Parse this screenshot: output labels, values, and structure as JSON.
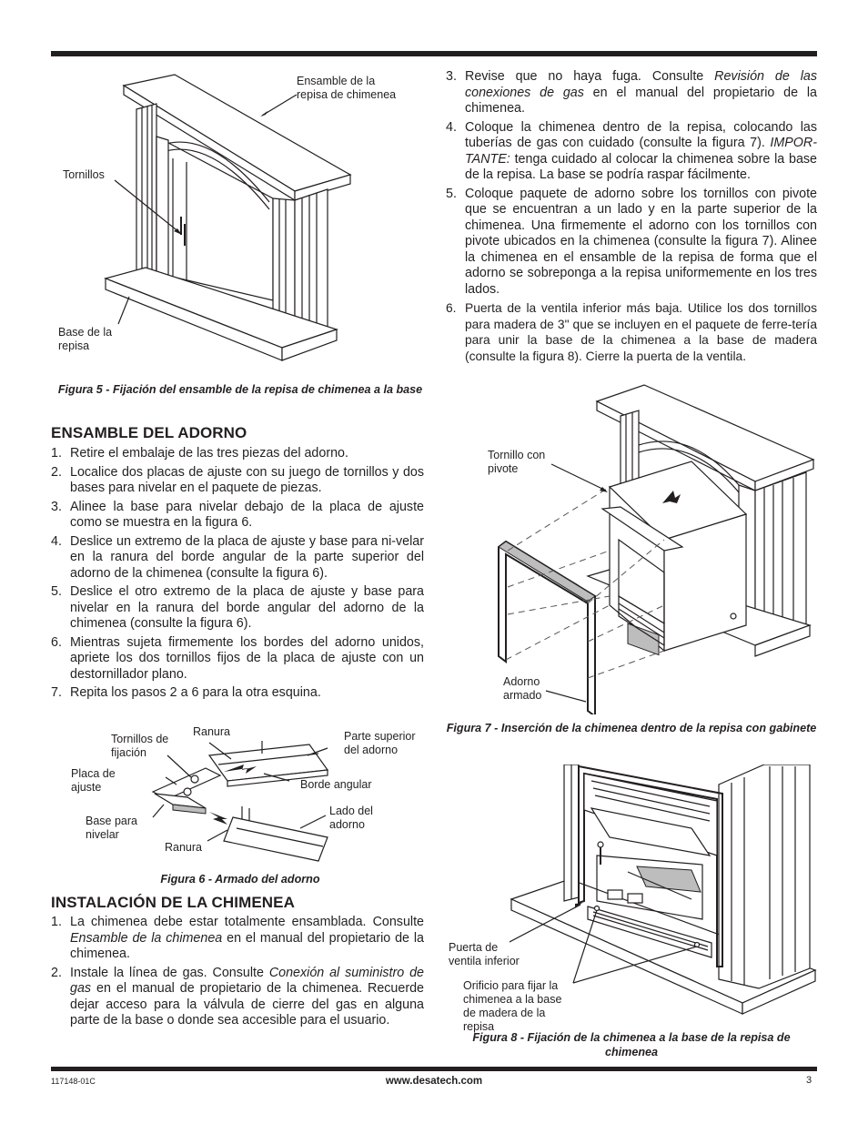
{
  "figure5": {
    "labels": {
      "mantel_assembly": "Ensamble de la repisa de chimenea",
      "screws": "Tornillos",
      "base": "Base de la repisa"
    },
    "caption": "Figura 5 - Fijación del ensamble de la repisa de chimenea a la base"
  },
  "trim_assembly": {
    "heading": "ENSAMBLE DEL ADORNO",
    "steps": [
      {
        "n": "1.",
        "text": "Retire el embalaje de las tres piezas del adorno."
      },
      {
        "n": "2.",
        "text": "Localice dos placas de ajuste con su juego de tornillos y dos bases para nivelar en el paquete de piezas."
      },
      {
        "n": "3.",
        "text": "Alinee la base para nivelar debajo de la placa de ajuste como se muestra en la figura 6."
      },
      {
        "n": "4.",
        "text": "Deslice un extremo de la placa de ajuste y base para ni-velar en la ranura del borde angular de la parte superior del adorno de la chimenea (consulte la figura 6)."
      },
      {
        "n": "5.",
        "text": "Deslice el otro extremo de la placa de ajuste y base para nivelar en la ranura del borde angular del adorno de la chimenea (consulte la figura 6)."
      },
      {
        "n": "6.",
        "text": "Mientras sujeta firmemente los bordes del adorno unidos, apriete los dos tornillos fijos de la placa de ajuste con un destornillador plano."
      },
      {
        "n": "7.",
        "text": "Repita los pasos 2 a 6 para la otra esquina."
      }
    ]
  },
  "figure6": {
    "labels": {
      "set_screws": "Tornillos de fijación",
      "slot_top": "Ranura",
      "trim_top": "Parte superior del adorno",
      "adjust_plate": "Placa de ajuste",
      "angle_edge": "Borde angular",
      "leveling_base": "Base para nivelar",
      "trim_side": "Lado del adorno",
      "slot_bottom": "Ranura"
    },
    "caption": "Figura 6 - Armado del adorno"
  },
  "fireplace_install": {
    "heading": "INSTALACIÓN DE LA CHIMENEA",
    "step1": {
      "n": "1.",
      "a": "La chimenea debe estar totalmente ensamblada. Consulte ",
      "em": "Ensamble de la chimenea",
      "b": " en el manual del propietario de la chimenea."
    },
    "step2": {
      "n": "2.",
      "a": "Instale la línea de gas. Consulte ",
      "em": "Conexión al suministro de gas",
      "b": " en el manual de propietario de la chimenea. Recuerde dejar acceso para la válvula de cierre del gas en alguna parte de la base o donde sea accesible para el usuario."
    },
    "step3": {
      "n": "3.",
      "a": "Revise que no haya fuga. Consulte ",
      "em": "Revisión de las conexiones de gas",
      "b": " en el manual del propietario de la chimenea."
    },
    "step4": {
      "n": "4.",
      "a": "Coloque la chimenea dentro de la repisa, colocando las tuberías de gas con cuidado (consulte la figura 7). ",
      "em": "IMPOR-TANTE:",
      "b": " tenga cuidado al colocar la chimenea sobre la base de la repisa. La base se podría raspar fácilmente."
    },
    "step5": {
      "n": "5.",
      "text": "Coloque paquete de adorno sobre los tornillos con pivote que se encuentran a un lado y en la parte superior de la chimenea. Una firmemente el adorno con los tornillos con pivote ubicados en la chimenea (consulte la figura 7). Alinee la chimenea en el ensamble de la repisa de forma que el adorno se sobreponga a la repisa uniformemente en los tres lados."
    },
    "step6": {
      "n": "6.",
      "text": "Puerta de la ventila inferior más baja. Utilice los dos tornillos para madera de 3\" que se incluyen en el paquete de ferre-tería para unir la base de la chimenea a la base de madera (consulte la figura 8). Cierre la puerta de la ventila."
    }
  },
  "figure7": {
    "labels": {
      "pivot_screw": "Tornillo con pivote",
      "trim": "Adorno armado"
    },
    "caption": "Figura 7 - Inserción de la chimenea dentro de la repisa con gabinete"
  },
  "figure8": {
    "labels": {
      "vent_door": "Puerta de ventila inferior",
      "holes": "Orificio para fijar la chimenea a la base de madera de la repisa"
    },
    "caption": "Figura 8 - Fijación de la chimenea a la base de la repisa de chimenea"
  },
  "footer": {
    "doc_number": "117148-01C",
    "url": "www.desatech.com",
    "page": "3"
  }
}
